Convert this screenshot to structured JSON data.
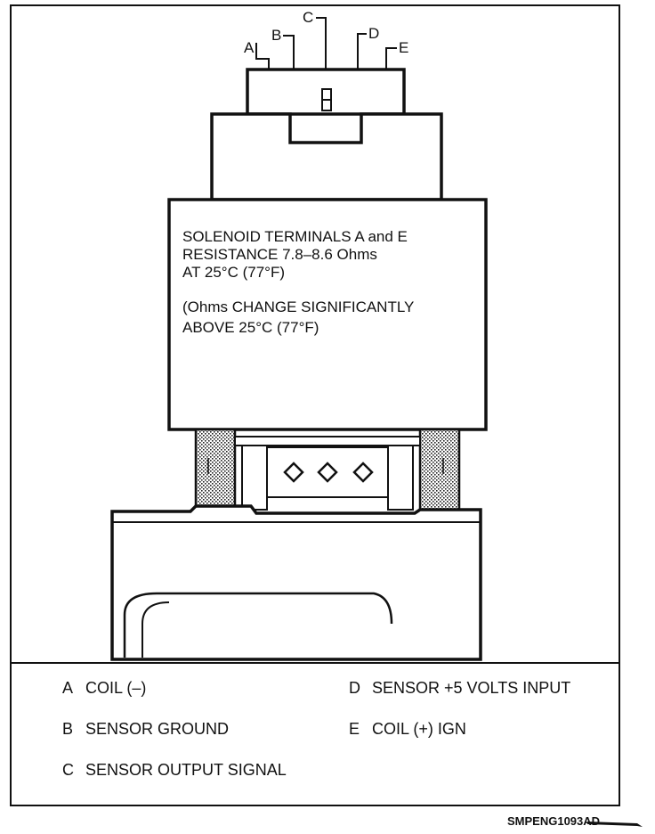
{
  "terminals": {
    "a": "A",
    "b": "B",
    "c": "C",
    "d": "D",
    "e": "E"
  },
  "solenoid_note": {
    "line1": "SOLENOID TERMINALS A and E",
    "line2": "RESISTANCE 7.8–8.6 Ohms",
    "line3": "AT 25°C (77°F)",
    "line4": "(Ohms CHANGE SIGNIFICANTLY",
    "line5": "ABOVE 25°C (77°F)"
  },
  "legend": [
    {
      "code": "A",
      "text": "COIL (–)"
    },
    {
      "code": "B",
      "text": "SENSOR GROUND"
    },
    {
      "code": "C",
      "text": "SENSOR OUTPUT SIGNAL"
    },
    {
      "code": "D",
      "text": "SENSOR +5 VOLTS INPUT"
    },
    {
      "code": "E",
      "text": "COIL (+) IGN"
    }
  ],
  "figure_code": "SMPENG1093AD"
}
